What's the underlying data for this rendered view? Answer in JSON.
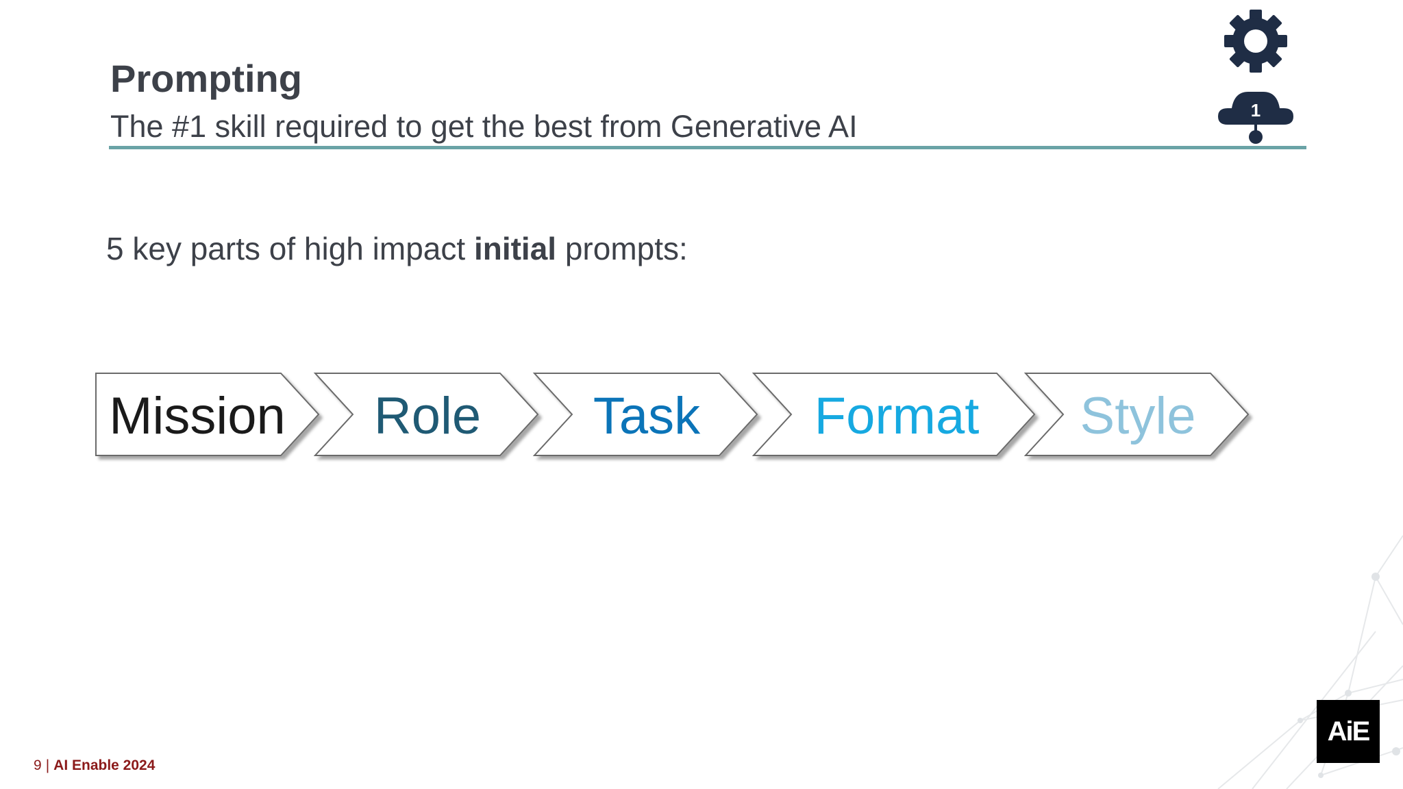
{
  "header": {
    "title": "Prompting",
    "subtitle": "The #1 skill required to get the best from Generative AI",
    "badge_number": "1",
    "badge_icon": "gear-with-first-place-stand-icon"
  },
  "intro": {
    "prefix": "5 key parts of high impact ",
    "emphasis": "initial",
    "suffix": " prompts:"
  },
  "steps": [
    {
      "label": "Mission",
      "color": "#1a1a1a"
    },
    {
      "label": "Role",
      "color": "#1f5a74"
    },
    {
      "label": "Task",
      "color": "#0b74b8"
    },
    {
      "label": "Format",
      "color": "#16a9e1"
    },
    {
      "label": "Style",
      "color": "#8ec3dc"
    }
  ],
  "footer": {
    "page_number": "9",
    "separator": "|",
    "brand": "AI Enable 2024"
  },
  "logo": {
    "text": "AiE"
  },
  "colors": {
    "accent_rule": "#6aa3a6",
    "heading_text": "#3d4149",
    "footer_text": "#8b1a1a",
    "icon_navy": "#1f2d45"
  }
}
